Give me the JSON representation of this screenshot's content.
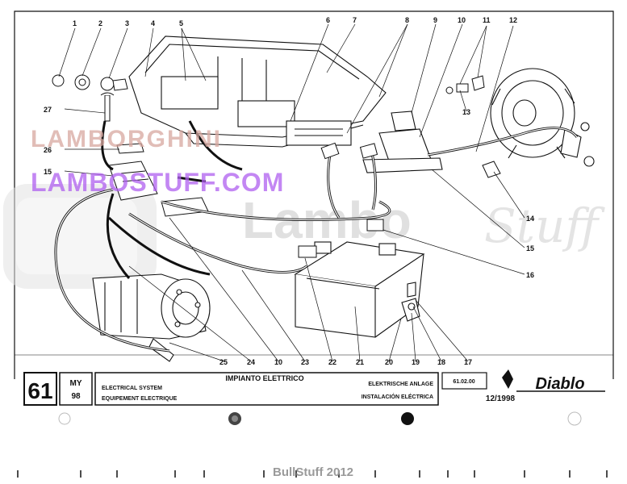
{
  "drawing": {
    "part_labels_top": [
      "1",
      "2",
      "3",
      "4",
      "5",
      "6",
      "7",
      "8",
      "9",
      "10",
      "11",
      "12"
    ],
    "part_labels_left": [
      "27",
      "26",
      "15"
    ],
    "part_labels_right": [
      "13",
      "14",
      "15",
      "16"
    ],
    "part_labels_bottom": [
      "25",
      "24",
      "10",
      "23",
      "22",
      "21",
      "20",
      "19",
      "18",
      "17"
    ]
  },
  "watermarks": {
    "line1": "LAMBORGHINI",
    "line2": "LAMBOSTUFF.COM",
    "logo_word": "Lambo",
    "logo_script": "Stuff"
  },
  "title_block": {
    "page_number": "61",
    "model_year_label": "MY",
    "model_year_value": "98",
    "italian_title": "IMPIANTO ELETTRICO",
    "english_title": "ELECTRICAL SYSTEM",
    "french_title": "EQUIPEMENT ELECTRIQUE",
    "german_title": "ELEKTRISCHE ANLAGE",
    "spanish_title": "INSTALACIÓN ELÉCTRICA",
    "code": "61.02.00",
    "date": "12/1998",
    "brand": "Diablo"
  },
  "footer": {
    "credit": "BullStuff 2012"
  },
  "colors": {
    "line": "#111111",
    "watermark_pink": "#d8a8a0",
    "watermark_violet": "#b060f0",
    "watermark_grey": "#c8c8c8"
  }
}
